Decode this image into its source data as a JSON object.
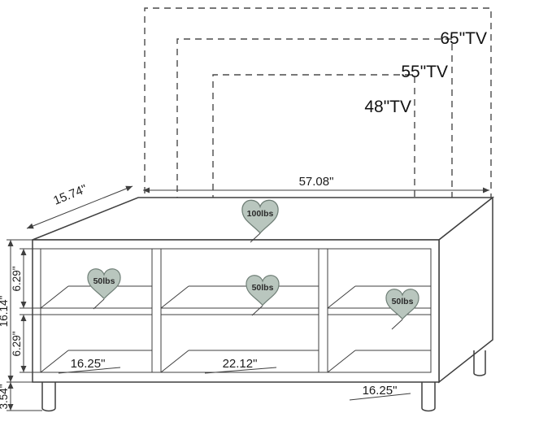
{
  "tv_overlays": [
    {
      "label": "65\"TV"
    },
    {
      "label": "55\"TV"
    },
    {
      "label": "48\"TV"
    }
  ],
  "dimensions": {
    "width": "57.08\"",
    "depth": "15.74\"",
    "cabinet_height": "16.14\"",
    "upper_shelf_height": "6.29\"",
    "lower_shelf_height": "6.29\"",
    "leg_height": "3.54\"",
    "left_compartment_width": "16.25\"",
    "middle_compartment_width": "22.12\"",
    "right_compartment_width": "16.25\""
  },
  "weight_capacities": {
    "top_surface": "100lbs",
    "left_shelf": "50lbs",
    "middle_shelf": "50lbs",
    "right_shelf": "50lbs"
  },
  "colors": {
    "line": "#3f3f3f",
    "dashed_line": "#4a4a4a",
    "badge_fill": "#b9c6be",
    "badge_stroke": "#707f77",
    "text": "#1c1c1c"
  }
}
